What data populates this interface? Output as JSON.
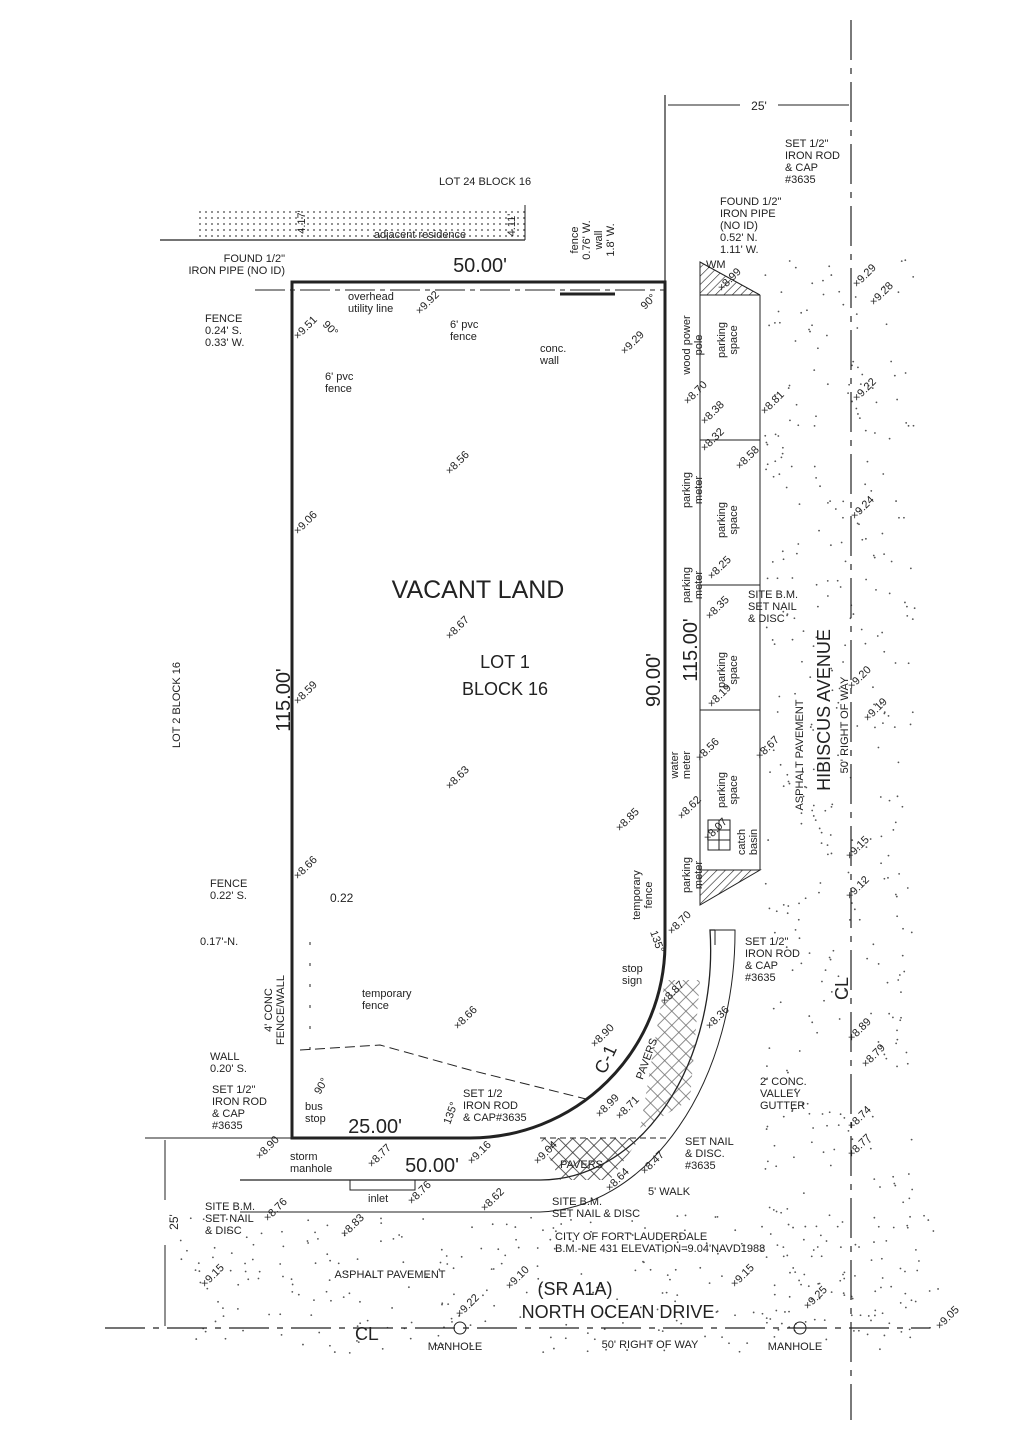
{
  "lot": {
    "title": "VACANT LAND",
    "lot": "LOT 1",
    "block": "BLOCK 16"
  },
  "neighbors": {
    "north": "LOT 24 BLOCK 16",
    "west": "LOT 2 BLOCK 16",
    "residence": "adjacent residence"
  },
  "dimensions": {
    "north": "50.00'",
    "west": "115.00'",
    "east_lot": "90.00'",
    "east_total": "115.00'",
    "south_short": "25.00'",
    "south_total": "50.00'",
    "row_top": "25'",
    "row_left": "25'",
    "res_left": "4.17'",
    "res_right": "4.11'",
    "fence_offset": "0.22"
  },
  "angles": {
    "nw": "90°",
    "ne": "90°",
    "sw": "90°",
    "curve_n": "135°",
    "curve_s": "135°"
  },
  "curve_label": "C-1",
  "notes": {
    "found_pipe_nw": [
      "FOUND 1/2\"",
      "IRON PIPE (NO ID)"
    ],
    "fence_nw": [
      "FENCE",
      "0.24' S.",
      "0.33' W."
    ],
    "pvc_fence_w": [
      "6' pvc",
      "fence"
    ],
    "pvc_fence_n": [
      "6' pvc",
      "fence"
    ],
    "overhead": [
      "overhead",
      "utility line"
    ],
    "conc_wall": [
      "conc.",
      "wall"
    ],
    "fence_wall_n": [
      "fence",
      "0.76' W.",
      "wall",
      "1.8' W."
    ],
    "set_rod_ne": [
      "SET 1/2\"",
      "IRON ROD",
      "& CAP",
      "#3635"
    ],
    "found_pipe_ne": [
      "FOUND 1/2\"",
      "IRON PIPE",
      "(NO ID)",
      "0.52' N.",
      "1.11' W."
    ],
    "wm": "WM",
    "wood_pole": [
      "wood power",
      "pole"
    ],
    "parking_meter": [
      "parking",
      "meter"
    ],
    "parking_space": [
      "parking",
      "space"
    ],
    "site_bm_e": [
      "SITE B.M.",
      "SET NAIL",
      "& DISC"
    ],
    "water_meter": [
      "water",
      "meter"
    ],
    "catch_basin": [
      "catch",
      "basin"
    ],
    "temp_fence_e": [
      "temporary",
      "fence"
    ],
    "stop_sign": [
      "stop",
      "sign"
    ],
    "set_rod_se": [
      "SET 1/2\"",
      "IRON ROD",
      "& CAP",
      "#3635"
    ],
    "valley_gutter": [
      "2' CONC.",
      "VALLEY",
      "GUTTER"
    ],
    "set_nail_se": [
      "SET NAIL",
      "& DISC.",
      "#3635"
    ],
    "pavers": "PAVERS",
    "walk": "5' WALK",
    "site_bm_s": [
      "SITE B.M.",
      "SET NAIL & DISC"
    ],
    "city_bm": [
      "CITY OF FORT LAUDERDALE",
      "B.M.-NE 431 ELEVATION=9.04'NAVD1988"
    ],
    "site_bm_sw": [
      "SITE B.M.",
      "SET NAIL",
      "& DISC"
    ],
    "inlet": "inlet",
    "storm_manhole": [
      "storm",
      "manhole"
    ],
    "bus_stop": [
      "bus",
      "stop"
    ],
    "set_rod_sw": [
      "SET 1/2\"",
      "IRON ROD",
      "& CAP",
      "#3635"
    ],
    "set_rod_s": [
      "SET 1/2",
      "IRON ROD",
      "& CAP#3635"
    ],
    "temp_fence_s": [
      "temporary",
      "fence"
    ],
    "wall_sw": [
      "WALL",
      "0.20' S."
    ],
    "conc_fence_wall": [
      "4' CONC",
      "FENCE/WALL"
    ],
    "offset_n": "0.17'-N.",
    "fence_sw": [
      "FENCE",
      "0.22' S."
    ],
    "manhole": "MANHOLE"
  },
  "streets": {
    "east_name": "HIBISCUS AVENUE",
    "east_row": "50' RIGHT OF WAY",
    "east_pavement": "ASPHALT PAVEMENT",
    "south_route": "(SR A1A)",
    "south_name": "NORTH OCEAN DRIVE",
    "south_row": "50' RIGHT OF WAY",
    "south_pavement": "ASPHALT PAVEMENT",
    "centerline": "CL"
  },
  "elevations": [
    "9.51",
    "9.92",
    "9.29",
    "8.56",
    "9.06",
    "8.67",
    "8.59",
    "8.63",
    "8.66",
    "8.66",
    "8.99",
    "8.70",
    "8.38",
    "8.32",
    "8.81",
    "9.29",
    "9.28",
    "9.22",
    "8.58",
    "8.25",
    "9.24",
    "8.35",
    "8.19",
    "8.56",
    "8.62",
    "8.07",
    "8.67",
    "9.20",
    "9.19",
    "8.85",
    "8.70",
    "9.15",
    "9.12",
    "8.87",
    "8.36",
    "8.90",
    "8.89",
    "8.79",
    "8.99",
    "8.71",
    "8.74",
    "8.77",
    "8.90",
    "8.77",
    "9.16",
    "9.04",
    "8.47",
    "8.64",
    "8.62",
    "8.76",
    "8.83",
    "8.76",
    "9.15",
    "9.22",
    "9.10",
    "9.15",
    "9.25",
    "9.05"
  ]
}
